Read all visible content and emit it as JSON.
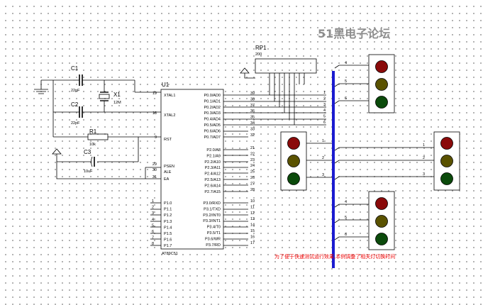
{
  "watermark": "51黑电子论坛",
  "note": "为了便于快速测试运行效果,本例调整了相关灯切换时间",
  "mcu": {
    "ref": "U1",
    "part": "AT89C51",
    "left_pins": [
      {
        "num": "19",
        "name": "XTAL1"
      },
      {
        "num": "18",
        "name": "XTAL2"
      },
      {
        "num": "9",
        "name": "RST"
      },
      {
        "num": "29",
        "name": "PSEN"
      },
      {
        "num": "30",
        "name": "ALE"
      },
      {
        "num": "31",
        "name": "EA"
      }
    ],
    "p1_pins": [
      {
        "num": "1",
        "name": "P1.0"
      },
      {
        "num": "2",
        "name": "P1.1"
      },
      {
        "num": "3",
        "name": "P1.2"
      },
      {
        "num": "4",
        "name": "P1.3"
      },
      {
        "num": "5",
        "name": "P1.4"
      },
      {
        "num": "6",
        "name": "P1.5"
      },
      {
        "num": "7",
        "name": "P1.6"
      },
      {
        "num": "8",
        "name": "P1.7"
      }
    ],
    "p0_pins": [
      {
        "num": "39",
        "name": "P0.0/AD0"
      },
      {
        "num": "38",
        "name": "P0.1/AD1"
      },
      {
        "num": "37",
        "name": "P0.2/AD2"
      },
      {
        "num": "36",
        "name": "P0.3/AD3"
      },
      {
        "num": "35",
        "name": "P0.4/AD4"
      },
      {
        "num": "34",
        "name": "P0.5/AD5"
      },
      {
        "num": "33",
        "name": "P0.6/AD6"
      },
      {
        "num": "32",
        "name": "P0.7/AD7"
      }
    ],
    "p2_pins": [
      {
        "num": "21",
        "name": "P2.0/A8"
      },
      {
        "num": "22",
        "name": "P2.1/A9"
      },
      {
        "num": "23",
        "name": "P2.2/A10"
      },
      {
        "num": "24",
        "name": "P2.3/A11"
      },
      {
        "num": "25",
        "name": "P2.4/A12"
      },
      {
        "num": "26",
        "name": "P2.5/A13"
      },
      {
        "num": "27",
        "name": "P2.6/A14"
      },
      {
        "num": "28",
        "name": "P2.7/A15"
      }
    ],
    "p3_pins": [
      {
        "num": "10",
        "name": "P3.0/RXD"
      },
      {
        "num": "11",
        "name": "P3.1/TXD"
      },
      {
        "num": "12",
        "name": "P3.2/INT0"
      },
      {
        "num": "13",
        "name": "P3.3/INT1"
      },
      {
        "num": "14",
        "name": "P3.4/T0"
      },
      {
        "num": "15",
        "name": "P3.5/T1"
      },
      {
        "num": "16",
        "name": "P3.6/WR"
      },
      {
        "num": "17",
        "name": "P3.7/RD"
      }
    ]
  },
  "components": {
    "c1": {
      "ref": "C1",
      "value": "22pF"
    },
    "c2": {
      "ref": "C2",
      "value": "22pF"
    },
    "x1": {
      "ref": "X1",
      "value": "12M"
    },
    "r1": {
      "ref": "R1",
      "value": "10k"
    },
    "c3": {
      "ref": "C3",
      "value": "10uF"
    },
    "rp1": {
      "ref": "RP1",
      "value": "200"
    }
  },
  "bus_labels": {
    "p0": [
      "1",
      "2",
      "3",
      "4",
      "5",
      "6"
    ],
    "top_light": [
      "4",
      "5",
      "6"
    ],
    "left_light": [
      "1",
      "2",
      "3"
    ],
    "right_light": [
      "1",
      "2",
      "3"
    ],
    "bottom_light": [
      "4",
      "5",
      "6"
    ]
  },
  "colors": {
    "lamp_red": "#8a0a0a",
    "lamp_yellow": "#5a5200",
    "lamp_green": "#0b4a0b",
    "bus": "#1b1bd0",
    "wire": "#000000",
    "chip_fill": "#ffffff"
  }
}
